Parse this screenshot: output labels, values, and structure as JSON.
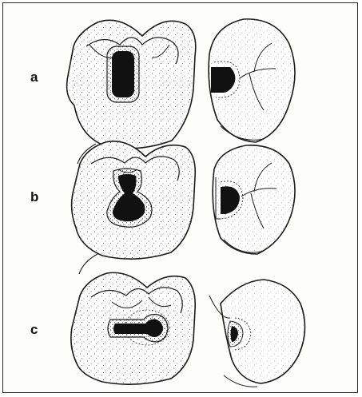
{
  "figure": {
    "rows": [
      {
        "label": "a",
        "occlusal": "rectangular-occlusal-cavity",
        "proximal": "proximal-box-cavity"
      },
      {
        "label": "b",
        "occlusal": "keyhole-occlusal-cavity",
        "proximal": "proximal-slot-cavity"
      },
      {
        "label": "c",
        "occlusal": "horizontal-slot-cavity",
        "proximal": "small-proximal-cavity"
      }
    ]
  },
  "colors": {
    "ink": "#1a1a1a",
    "cavity": "#111111",
    "border": "#2a2a2a",
    "background": "#fdfdfb"
  }
}
